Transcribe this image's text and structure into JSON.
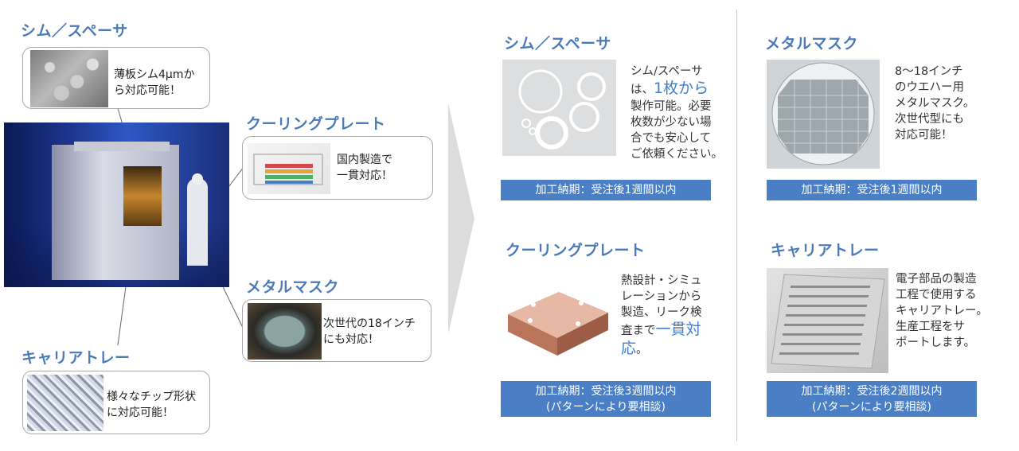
{
  "left": {
    "shim": {
      "title": "シム／スペーサ",
      "text_lines": [
        "薄板シム4μmか",
        "ら対応可能！"
      ]
    },
    "cooling": {
      "title": "クーリングプレート",
      "text_lines": [
        "国内製造で",
        "一貫対応！"
      ]
    },
    "mask": {
      "title": "メタルマスク",
      "text_lines": [
        "次世代の18インチ",
        "にも対応！"
      ]
    },
    "carrier": {
      "title": "キャリアトレー",
      "text_lines": [
        "様々なチップ形状",
        "に対応可能！"
      ]
    }
  },
  "products": {
    "shim": {
      "title": "シム／スペーサ",
      "desc_lines": [
        "シム/スペーサ"
      ],
      "desc_line2_prefix": "は、",
      "desc_line2_highlight": "1枚から",
      "desc_rest": [
        "製作可能。必要",
        "枚数が少ない場",
        "合でも安心して",
        "ご依頼ください。"
      ],
      "badge": [
        "加工納期：受注後1週間以内"
      ]
    },
    "mask": {
      "title": "メタルマスク",
      "desc_lines": [
        "8～18インチ",
        "のウエハー用",
        "メタルマスク。",
        "次世代型にも",
        "対応可能！"
      ],
      "badge": [
        "加工納期：受注後1週間以内"
      ]
    },
    "cooling": {
      "title": "クーリングプレート",
      "desc_lines": [
        "熱設計・シミュ",
        "レーションから",
        "製造、リーク検"
      ],
      "desc_line4_prefix": "査まで",
      "desc_line4_highlight": "一貫対",
      "desc_line5_highlight": "応",
      "desc_line5_suffix": "。",
      "badge": [
        "加工納期：受注後3週間以内",
        "(パターンにより要相談)"
      ]
    },
    "carrier": {
      "title": "キャリアトレー",
      "desc_lines": [
        "電子部品の製造",
        "工程で使用する",
        "キャリアトレー。",
        "生産工程をサ",
        "ポートします。"
      ],
      "badge": [
        "加工納期：受注後2週間以内",
        "(パターンにより要相談)"
      ]
    }
  },
  "colors": {
    "heading": "#4a7ab8",
    "badge": "#4a7fc6",
    "highlight": "#3f7fd0"
  }
}
